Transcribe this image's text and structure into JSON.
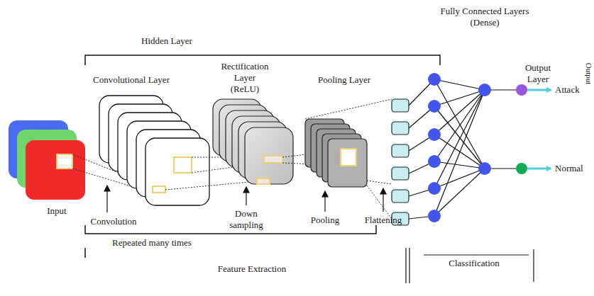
{
  "diagram": {
    "labels": [
      "Hidden Layer",
      "Convolutional Layer",
      "Rectification Layer (ReLU)",
      "Pooling Layer",
      "Fully Connected Layers (Dense)",
      "Output Layer",
      "Attack",
      "Normal",
      "Input",
      "Convolution",
      "Down sampling",
      "Pooling",
      "Flattening",
      "Repeated many times",
      "Feature Extraction",
      "Classification",
      "Output"
    ]
  }
}
